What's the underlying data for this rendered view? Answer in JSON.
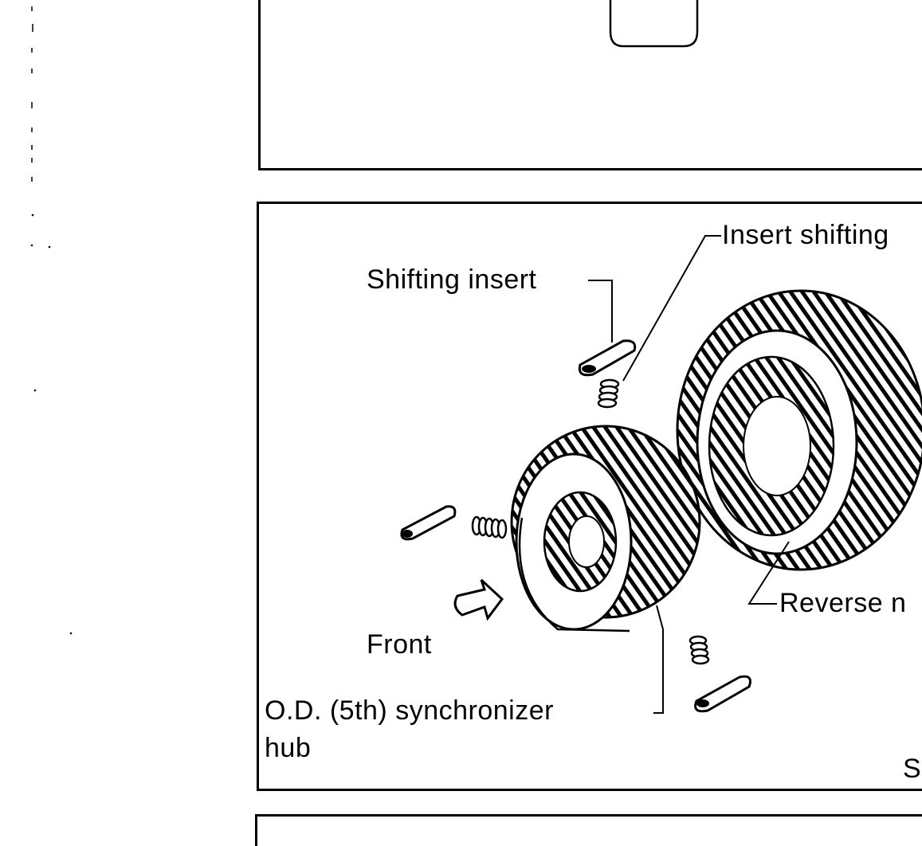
{
  "labels": {
    "insert_shifting": "Insert shifting",
    "shifting_insert": "Shifting insert",
    "reverse": "Reverse n",
    "front": "Front",
    "synchronizer_line1": "O.D. (5th) synchronizer",
    "synchronizer_line2": "hub",
    "code": "S"
  }
}
